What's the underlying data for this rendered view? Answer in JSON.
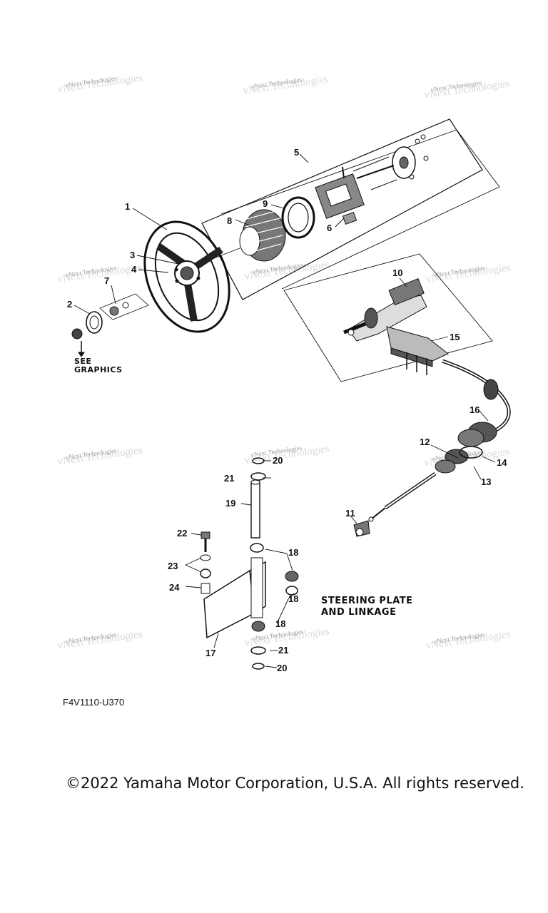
{
  "diagram": {
    "callouts": [
      "1",
      "2",
      "3",
      "4",
      "5",
      "6",
      "7",
      "8",
      "9",
      "10",
      "11",
      "12",
      "13",
      "14",
      "15",
      "16",
      "17",
      "18",
      "18",
      "18",
      "19",
      "20",
      "20",
      "21",
      "21",
      "22",
      "23",
      "24"
    ],
    "see_graphics": [
      "SEE",
      "GRAPHICS"
    ],
    "title_lines": [
      "STEERING PLATE",
      "AND LINKAGE"
    ],
    "watermark": "vNext Technologies",
    "reference_code": "F4V1110-U370"
  },
  "footer": {
    "copyright": "©2022 Yamaha Motor Corporation, U.S.A. All rights reserved."
  }
}
